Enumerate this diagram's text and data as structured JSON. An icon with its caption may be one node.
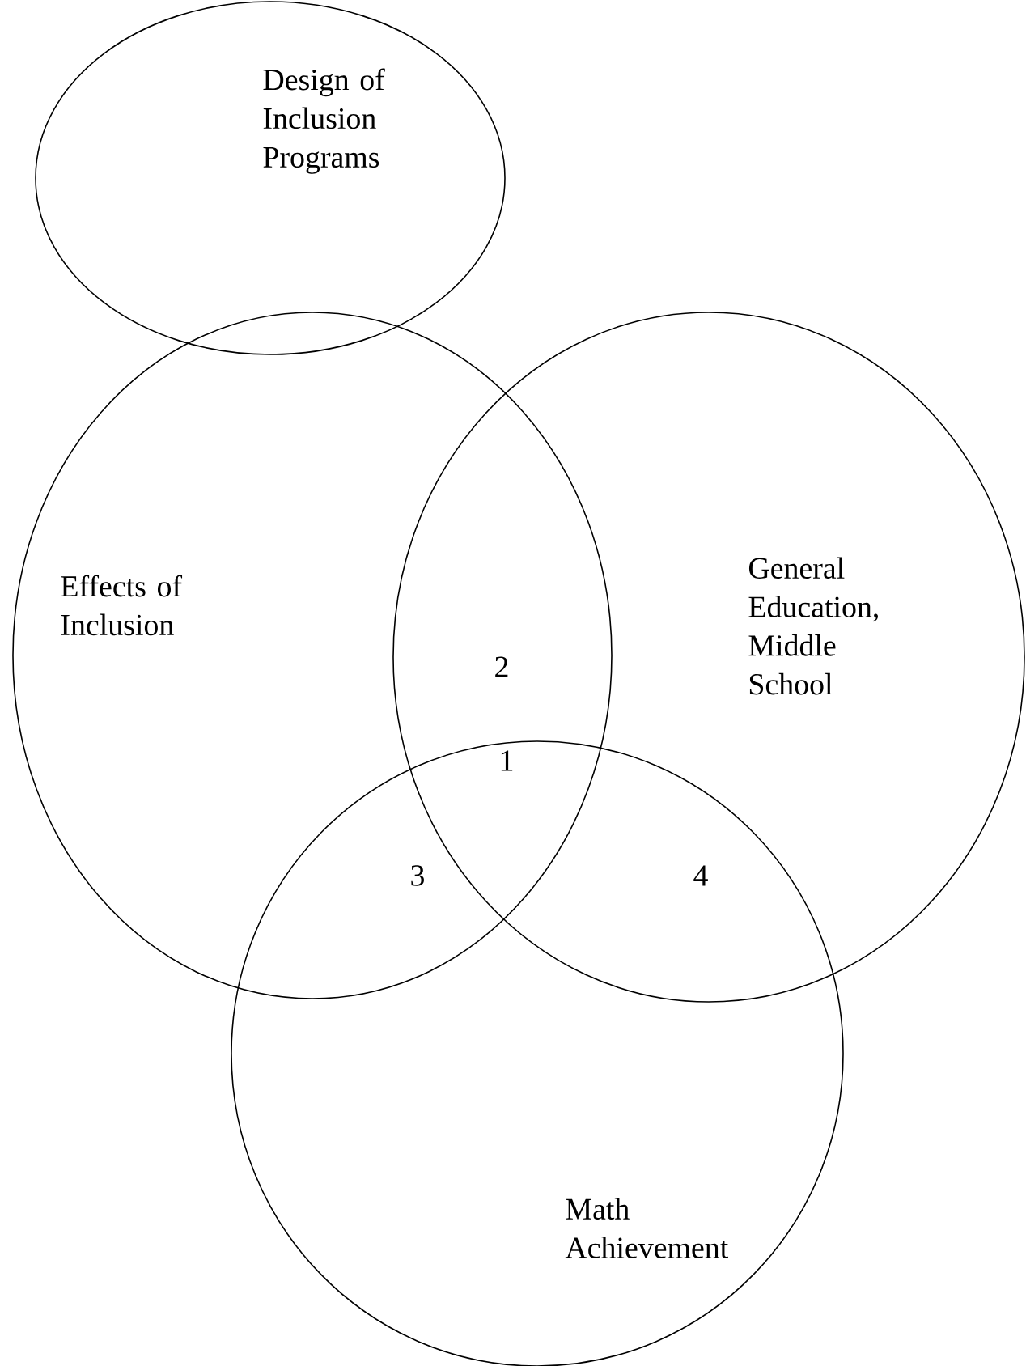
{
  "diagram": {
    "nodes": [
      {
        "text": [
          "Design of Inclusion Programs"
        ]
      },
      {
        "text": [
          "Effects of Inclusion"
        ]
      },
      {
        "text": [
          "General Education, Middle School"
        ]
      },
      {
        "text": [
          "Math Achievement"
        ]
      }
    ],
    "labels": [
      "2",
      "1",
      "3",
      "4"
    ]
  }
}
